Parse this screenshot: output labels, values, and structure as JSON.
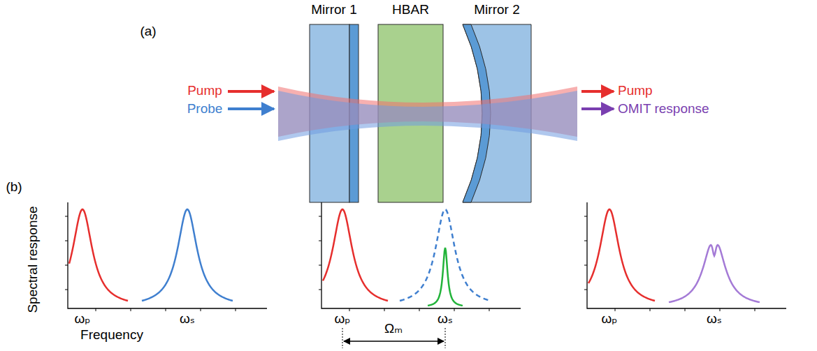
{
  "diagram": {
    "nodes": [
      {
        "text": [
          "Mirror 1"
        ]
      },
      {
        "text": [
          "HBAR"
        ]
      },
      {
        "text": [
          "Mirror 2"
        ]
      }
    ],
    "labels": [
      "(a)",
      "Pump",
      "Probe",
      "Pump",
      "OMIT response",
      "(b)",
      "Spectral response",
      "Frequency",
      "ωₚ",
      "ωₛ",
      "ωₚ",
      "Ωₘ",
      "ωₛ",
      "ωₚ",
      "ωₛ"
    ]
  }
}
